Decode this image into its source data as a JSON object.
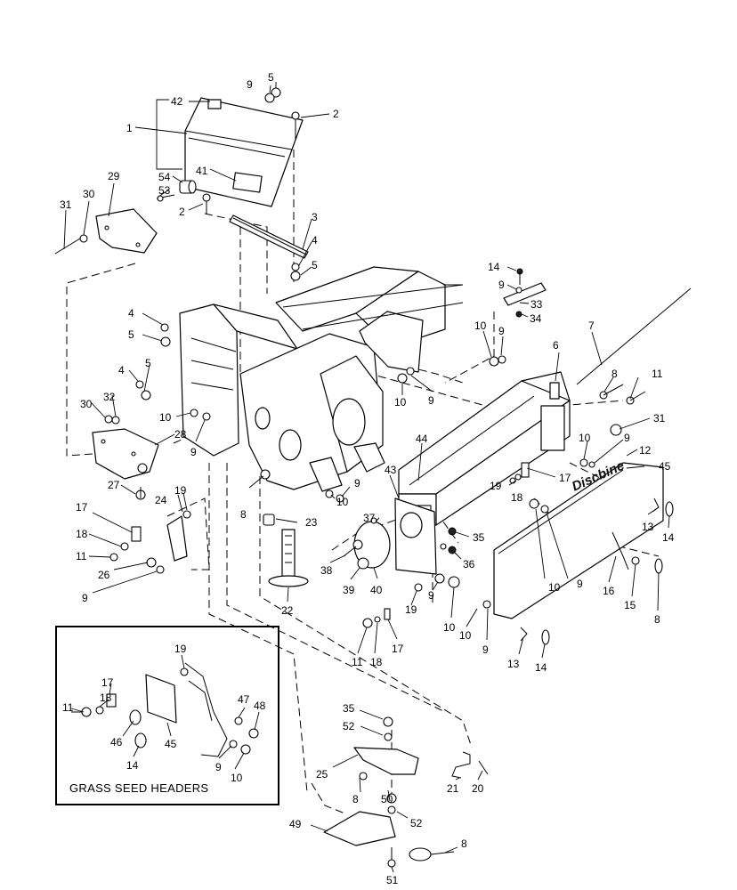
{
  "inset": {
    "caption": "GRASS SEED  HEADERS"
  },
  "brand_label": "Discbine",
  "callouts": [
    {
      "id": "c42",
      "label": "42"
    },
    {
      "id": "c9a",
      "label": "9"
    },
    {
      "id": "c5a",
      "label": "5"
    },
    {
      "id": "c2a",
      "label": "2"
    },
    {
      "id": "c1",
      "label": "1"
    },
    {
      "id": "c41",
      "label": "41"
    },
    {
      "id": "c54",
      "label": "54"
    },
    {
      "id": "c53",
      "label": "53"
    },
    {
      "id": "c29",
      "label": "29"
    },
    {
      "id": "c30a",
      "label": "30"
    },
    {
      "id": "c31a",
      "label": "31"
    },
    {
      "id": "c2b",
      "label": "2"
    },
    {
      "id": "c3",
      "label": "3"
    },
    {
      "id": "c4a",
      "label": "4"
    },
    {
      "id": "c5b",
      "label": "5"
    },
    {
      "id": "c14a",
      "label": "14"
    },
    {
      "id": "c9b",
      "label": "9"
    },
    {
      "id": "c33",
      "label": "33"
    },
    {
      "id": "c34",
      "label": "34"
    },
    {
      "id": "c7",
      "label": "7"
    },
    {
      "id": "c4b",
      "label": "4"
    },
    {
      "id": "c5c",
      "label": "5"
    },
    {
      "id": "c10a",
      "label": "10"
    },
    {
      "id": "c9c",
      "label": "9"
    },
    {
      "id": "c6",
      "label": "6"
    },
    {
      "id": "c4c",
      "label": "4"
    },
    {
      "id": "c5d",
      "label": "5"
    },
    {
      "id": "c10b",
      "label": "10"
    },
    {
      "id": "c9d",
      "label": "9"
    },
    {
      "id": "c8a",
      "label": "8"
    },
    {
      "id": "c11a",
      "label": "11"
    },
    {
      "id": "c30b",
      "label": "30"
    },
    {
      "id": "c32",
      "label": "32"
    },
    {
      "id": "c10c",
      "label": "10"
    },
    {
      "id": "c9e",
      "label": "9"
    },
    {
      "id": "c31b",
      "label": "31"
    },
    {
      "id": "c28",
      "label": "28"
    },
    {
      "id": "c44",
      "label": "44"
    },
    {
      "id": "c10d",
      "label": "10"
    },
    {
      "id": "c9f",
      "label": "9"
    },
    {
      "id": "c12",
      "label": "12"
    },
    {
      "id": "c45a",
      "label": "45"
    },
    {
      "id": "c27",
      "label": "27"
    },
    {
      "id": "c43",
      "label": "43"
    },
    {
      "id": "c19a",
      "label": "19"
    },
    {
      "id": "c18a",
      "label": "18"
    },
    {
      "id": "c17a",
      "label": "17"
    },
    {
      "id": "c24",
      "label": "24"
    },
    {
      "id": "c19b",
      "label": "19"
    },
    {
      "id": "c8b",
      "label": "8"
    },
    {
      "id": "c9g",
      "label": "9"
    },
    {
      "id": "c10e",
      "label": "10"
    },
    {
      "id": "c23",
      "label": "23"
    },
    {
      "id": "c37",
      "label": "37"
    },
    {
      "id": "c17b",
      "label": "17"
    },
    {
      "id": "c35a",
      "label": "35"
    },
    {
      "id": "c13a",
      "label": "13"
    },
    {
      "id": "c14b",
      "label": "14"
    },
    {
      "id": "c18b",
      "label": "18"
    },
    {
      "id": "c11b",
      "label": "11"
    },
    {
      "id": "c38",
      "label": "38"
    },
    {
      "id": "c36",
      "label": "36"
    },
    {
      "id": "c26",
      "label": "26"
    },
    {
      "id": "c10f",
      "label": "10"
    },
    {
      "id": "c9h",
      "label": "9"
    },
    {
      "id": "c16",
      "label": "16"
    },
    {
      "id": "c15",
      "label": "15"
    },
    {
      "id": "c9i",
      "label": "9"
    },
    {
      "id": "c39",
      "label": "39"
    },
    {
      "id": "c40",
      "label": "40"
    },
    {
      "id": "c19c",
      "label": "19"
    },
    {
      "id": "c9j",
      "label": "9"
    },
    {
      "id": "c10g",
      "label": "10"
    },
    {
      "id": "c8c",
      "label": "8"
    },
    {
      "id": "c22",
      "label": "22"
    },
    {
      "id": "c11c",
      "label": "11"
    },
    {
      "id": "c18c",
      "label": "18"
    },
    {
      "id": "c17c",
      "label": "17"
    },
    {
      "id": "c10h",
      "label": "10"
    },
    {
      "id": "c9k",
      "label": "9"
    },
    {
      "id": "c13b",
      "label": "13"
    },
    {
      "id": "c14c",
      "label": "14"
    },
    {
      "id": "c19d",
      "label": "19"
    },
    {
      "id": "c17d",
      "label": "17"
    },
    {
      "id": "c18d",
      "label": "18"
    },
    {
      "id": "c11d",
      "label": "11"
    },
    {
      "id": "c47",
      "label": "47"
    },
    {
      "id": "c48",
      "label": "48"
    },
    {
      "id": "c46",
      "label": "46"
    },
    {
      "id": "c45b",
      "label": "45"
    },
    {
      "id": "c14d",
      "label": "14"
    },
    {
      "id": "c9l",
      "label": "9"
    },
    {
      "id": "c10i",
      "label": "10"
    },
    {
      "id": "c35b",
      "label": "35"
    },
    {
      "id": "c52a",
      "label": "52"
    },
    {
      "id": "c25",
      "label": "25"
    },
    {
      "id": "c8d",
      "label": "8"
    },
    {
      "id": "c50",
      "label": "50"
    },
    {
      "id": "c52b",
      "label": "52"
    },
    {
      "id": "c21",
      "label": "21"
    },
    {
      "id": "c20",
      "label": "20"
    },
    {
      "id": "c49",
      "label": "49"
    },
    {
      "id": "c8e",
      "label": "8"
    },
    {
      "id": "c51",
      "label": "51"
    }
  ]
}
